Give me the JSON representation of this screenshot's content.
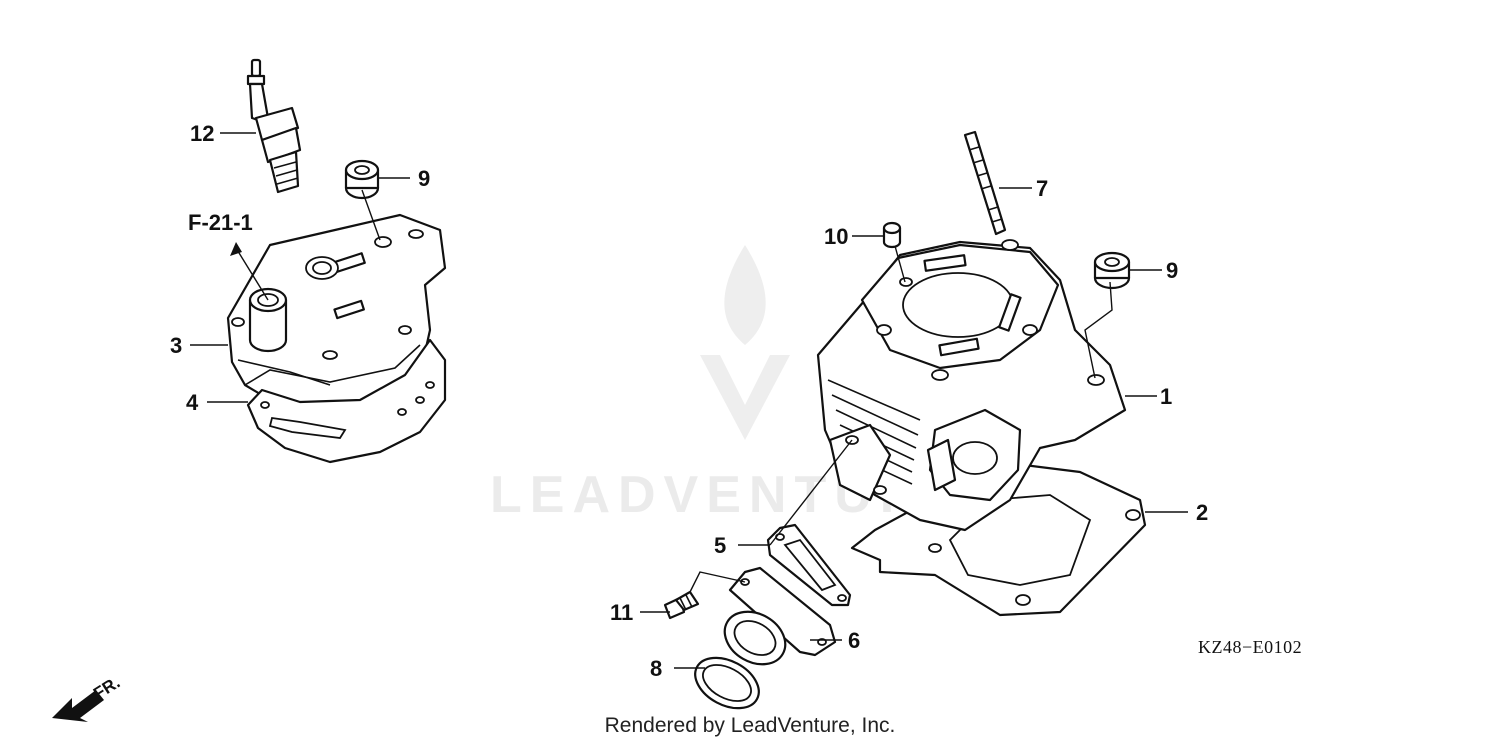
{
  "callouts": {
    "c1": "1",
    "c2": "2",
    "c3": "3",
    "c4": "4",
    "c5": "5",
    "c6": "6",
    "c7": "7",
    "c8": "8",
    "c9a": "9",
    "c9b": "9",
    "c10": "10",
    "c11": "11",
    "c12": "12"
  },
  "reference": "F-21-1",
  "diagram_code": "KZ48−E0102",
  "direction": "FR.",
  "watermark": "LEADVENTURE",
  "credit": "Rendered by LeadVenture, Inc.",
  "colors": {
    "ink": "#111111",
    "watermark": "#ebebeb",
    "background": "#ffffff"
  }
}
